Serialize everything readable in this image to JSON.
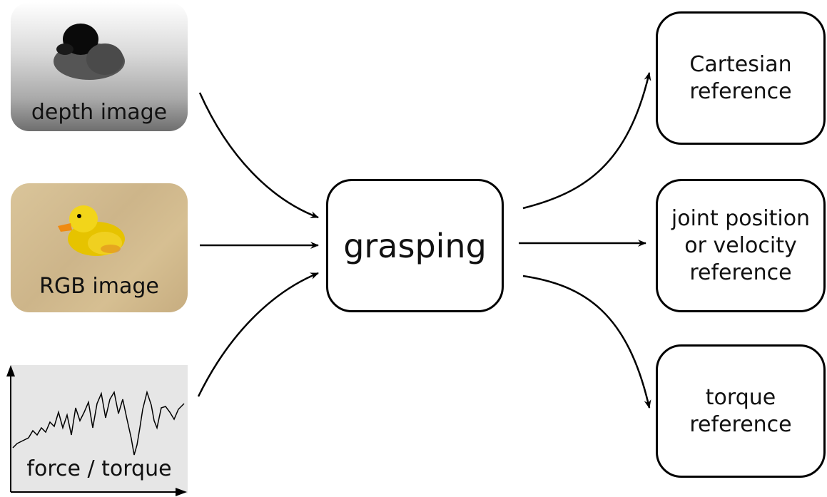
{
  "inputs": {
    "depth_label": "depth image",
    "rgb_label": "RGB image",
    "force_label": "force / torque"
  },
  "center": {
    "label": "grasping"
  },
  "outputs": {
    "cartesian": "Cartesian\nreference",
    "joint": "joint position\nor velocity\nreference",
    "torque": "torque\nreference"
  },
  "icons": [
    "duck-depth-icon",
    "duck-rgb-icon",
    "force-torque-plot-icon"
  ]
}
